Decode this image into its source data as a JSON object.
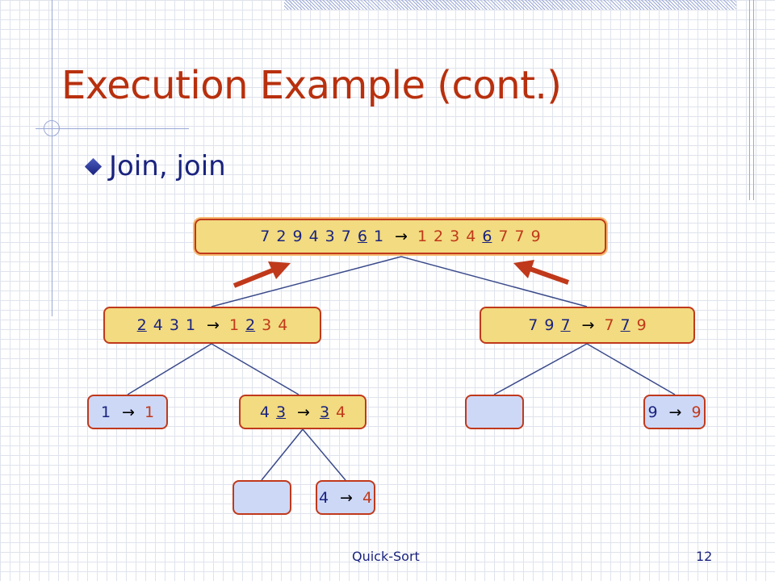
{
  "slide": {
    "title": "Execution Example (cont.)",
    "bullet": "Join, join",
    "footer": "Quick-Sort",
    "page_number": "12"
  },
  "colors": {
    "title": "#b8300e",
    "text_blue": "#1a237e",
    "text_red": "#c0391b",
    "node_done": "#f2db80",
    "node_empty": "#cdd8f7",
    "arrow": "#c0391b",
    "edge": "#3a4a8a"
  },
  "tree": {
    "root": {
      "input": [
        "7",
        "2",
        "9",
        "4",
        "3",
        "7",
        "6",
        "1"
      ],
      "output": [
        "1",
        "2",
        "3",
        "4",
        "6",
        "7",
        "7",
        "9"
      ],
      "pivot_in": 6,
      "pivot_out": 4
    },
    "left": {
      "input": [
        "2",
        "4",
        "3",
        "1"
      ],
      "output": [
        "1",
        "2",
        "3",
        "4"
      ],
      "pivot_in": 0,
      "pivot_out": 1
    },
    "right": {
      "input": [
        "7",
        "9",
        "7"
      ],
      "output": [
        "7",
        "7",
        "9"
      ],
      "pivot_in": 2,
      "pivot_out": 1
    },
    "ll": {
      "input": [
        "1"
      ],
      "output": [
        "1"
      ]
    },
    "lr": {
      "input": [
        "4",
        "3"
      ],
      "output": [
        "3",
        "4"
      ],
      "pivot_in": 1,
      "pivot_out": 0
    },
    "rl": {
      "empty": true
    },
    "rr": {
      "input": [
        "9"
      ],
      "output": [
        "9"
      ]
    },
    "lrl": {
      "empty": true
    },
    "lrr": {
      "input": [
        "4"
      ],
      "output": [
        "4"
      ]
    },
    "arrow_glyph": "→"
  }
}
